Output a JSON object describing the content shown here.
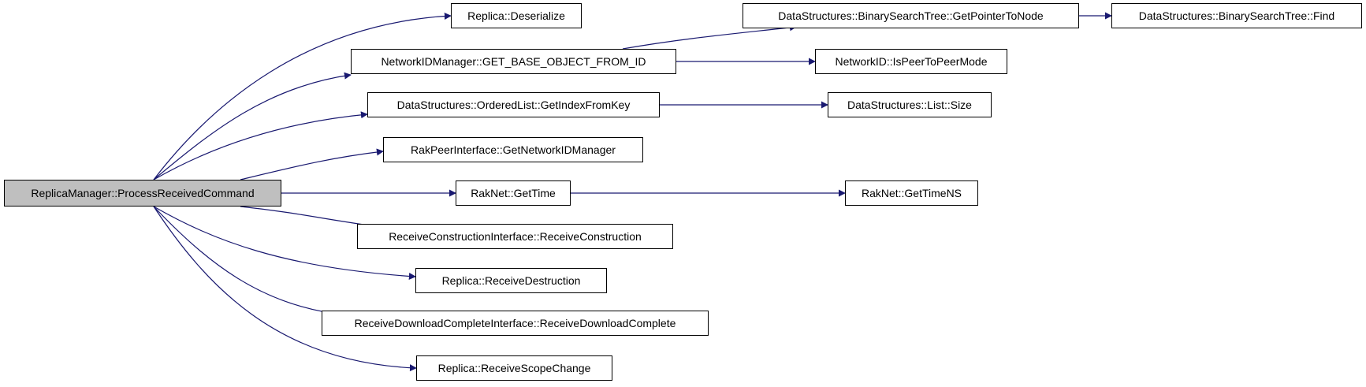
{
  "graph": {
    "root": "ReplicaManager::ProcessReceivedCommand",
    "nodes": [
      "Replica::Deserialize",
      "NetworkIDManager::GET_BASE_OBJECT_FROM_ID",
      "DataStructures::BinarySearchTree::GetPointerToNode",
      "DataStructures::BinarySearchTree::Find",
      "NetworkID::IsPeerToPeerMode",
      "DataStructures::OrderedList::GetIndexFromKey",
      "DataStructures::List::Size",
      "RakPeerInterface::GetNetworkIDManager",
      "RakNet::GetTime",
      "RakNet::GetTimeNS",
      "ReceiveConstructionInterface::ReceiveConstruction",
      "Replica::ReceiveDestruction",
      "ReceiveDownloadCompleteInterface::ReceiveDownloadComplete",
      "Replica::ReceiveScopeChange"
    ],
    "edges": [
      [
        "ReplicaManager::ProcessReceivedCommand",
        "Replica::Deserialize"
      ],
      [
        "ReplicaManager::ProcessReceivedCommand",
        "NetworkIDManager::GET_BASE_OBJECT_FROM_ID"
      ],
      [
        "ReplicaManager::ProcessReceivedCommand",
        "DataStructures::OrderedList::GetIndexFromKey"
      ],
      [
        "ReplicaManager::ProcessReceivedCommand",
        "RakPeerInterface::GetNetworkIDManager"
      ],
      [
        "ReplicaManager::ProcessReceivedCommand",
        "RakNet::GetTime"
      ],
      [
        "ReplicaManager::ProcessReceivedCommand",
        "ReceiveConstructionInterface::ReceiveConstruction"
      ],
      [
        "ReplicaManager::ProcessReceivedCommand",
        "Replica::ReceiveDestruction"
      ],
      [
        "ReplicaManager::ProcessReceivedCommand",
        "ReceiveDownloadCompleteInterface::ReceiveDownloadComplete"
      ],
      [
        "ReplicaManager::ProcessReceivedCommand",
        "Replica::ReceiveScopeChange"
      ],
      [
        "NetworkIDManager::GET_BASE_OBJECT_FROM_ID",
        "DataStructures::BinarySearchTree::GetPointerToNode"
      ],
      [
        "NetworkIDManager::GET_BASE_OBJECT_FROM_ID",
        "NetworkID::IsPeerToPeerMode"
      ],
      [
        "DataStructures::BinarySearchTree::GetPointerToNode",
        "DataStructures::BinarySearchTree::Find"
      ],
      [
        "DataStructures::OrderedList::GetIndexFromKey",
        "DataStructures::List::Size"
      ],
      [
        "RakNet::GetTime",
        "RakNet::GetTimeNS"
      ]
    ]
  },
  "colors": {
    "edge": "#191970",
    "root_fill": "#bfbfbf",
    "node_fill": "#ffffff",
    "border": "#000000"
  }
}
